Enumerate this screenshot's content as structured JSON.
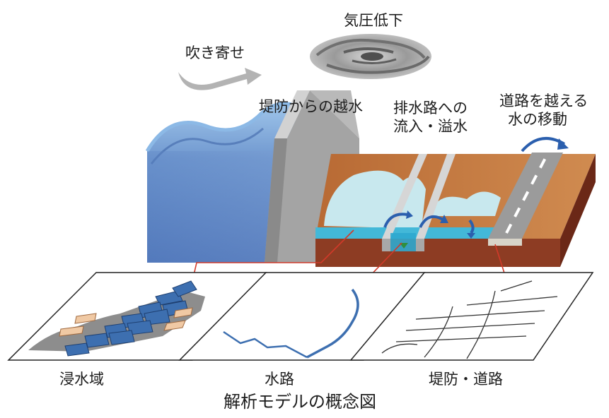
{
  "labels": {
    "pressure_drop": "気圧低下",
    "wind_setup": "吹き寄せ",
    "levee_overflow": "堤防からの越水",
    "drain_inflow_line1": "排水路への",
    "drain_inflow_line2": "流入・溢水",
    "road_crossing_line1": "道路を越える",
    "road_crossing_line2": "水の移動",
    "layer_inundation": "浸水域",
    "layer_waterway": "水路",
    "layer_levee_road": "堤防・道路",
    "caption": "解析モデルの概念図"
  },
  "colors": {
    "sea": "#5f86c4",
    "levee": "#9a9a9a",
    "land": "#c9824a",
    "soil": "#8a3a22",
    "flood": "#bfe3ea",
    "water_blue": "#2f63b0",
    "inundation_cell": "#3d6fb0",
    "dry_cell": "#f0c9a4",
    "arrow_red": "#d23a2a",
    "cloud": "#8f8f8f"
  }
}
